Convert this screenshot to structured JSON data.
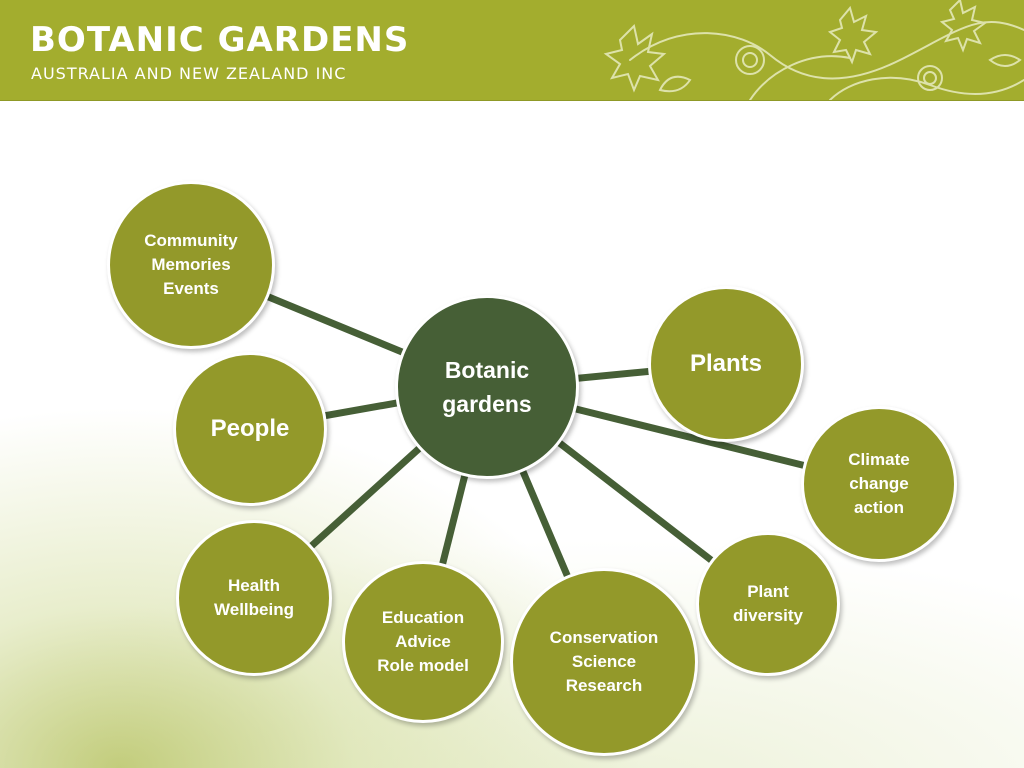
{
  "header": {
    "title": "BOTANIC GARDENS",
    "subtitle": "AUSTRALIA AND NEW ZEALAND INC",
    "colors": {
      "band": "#a3ad2e",
      "text": "#ffffff",
      "ornament": "#e4e8b8"
    }
  },
  "diagram": {
    "colors": {
      "hub": "#465f36",
      "node": "#93992a",
      "connector": "#465f36",
      "node_text": "#ffffff"
    },
    "center": {
      "label": "Botanic\ngardens"
    },
    "nodes": [
      {
        "id": "community",
        "label": "Community\nMemories\nEvents"
      },
      {
        "id": "people",
        "label": "People"
      },
      {
        "id": "health",
        "label": "Health\nWellbeing"
      },
      {
        "id": "education",
        "label": "Education\nAdvice\nRole model"
      },
      {
        "id": "conservation",
        "label": "Conservation\nScience\nResearch"
      },
      {
        "id": "plant-diversity",
        "label": "Plant\ndiversity"
      },
      {
        "id": "climate",
        "label": "Climate\nchange\naction"
      },
      {
        "id": "plants",
        "label": "Plants"
      }
    ]
  }
}
